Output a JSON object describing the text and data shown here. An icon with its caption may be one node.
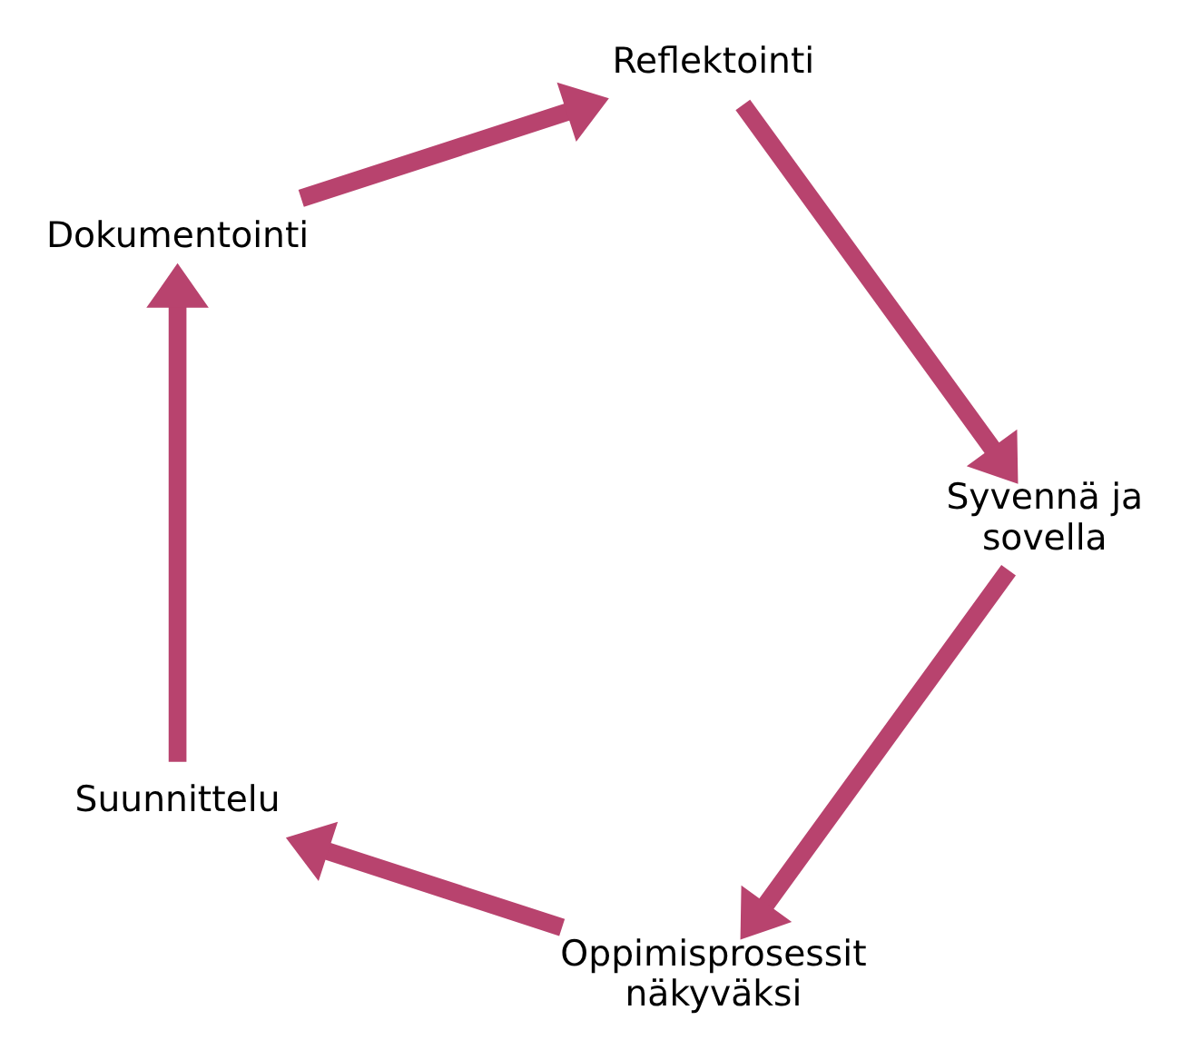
{
  "diagram": {
    "nodes": [
      {
        "text": [
          "Oppimisprosessit näkyväksi"
        ]
      },
      {
        "text": [
          "Suunnittelu"
        ]
      },
      {
        "text": [
          "Dokumentointi"
        ]
      },
      {
        "text": [
          "Reflektointi"
        ]
      },
      {
        "text": [
          "Syvennä ja sovella"
        ]
      }
    ],
    "edges": [
      {
        "from": 0,
        "to": 1,
        "arrow": "to"
      },
      {
        "from": 1,
        "to": 2,
        "arrow": "to"
      },
      {
        "from": 2,
        "to": 3,
        "arrow": "to"
      },
      {
        "from": 3,
        "to": 4,
        "arrow": "to"
      },
      {
        "from": 4,
        "to": 0,
        "arrow": "to"
      }
    ]
  }
}
